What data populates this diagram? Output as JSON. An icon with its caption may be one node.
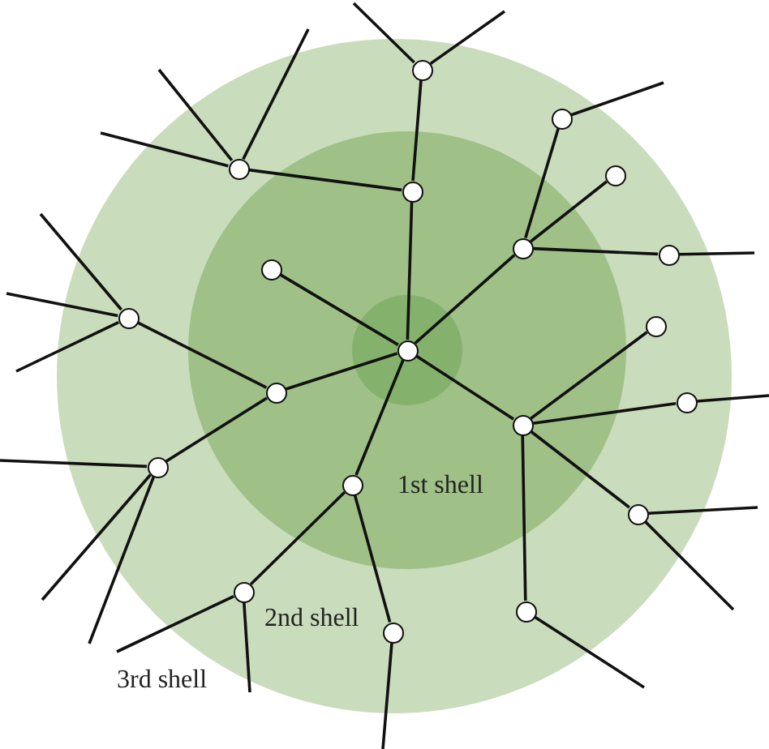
{
  "diagram": {
    "nodes": [
      {
        "text": [],
        "shape": "circle"
      },
      {
        "text": [],
        "shape": "circle"
      },
      {
        "text": [],
        "shape": "circle"
      },
      {
        "text": [],
        "shape": "circle"
      },
      {
        "text": [],
        "shape": "circle"
      },
      {
        "text": [],
        "shape": "circle"
      },
      {
        "text": [],
        "shape": "circle"
      },
      {
        "text": [],
        "shape": "circle"
      },
      {
        "text": [],
        "shape": "circle"
      },
      {
        "text": [],
        "shape": "circle"
      },
      {
        "text": [],
        "shape": "circle"
      },
      {
        "text": [],
        "shape": "circle"
      },
      {
        "text": [],
        "shape": "circle"
      },
      {
        "text": [],
        "shape": "circle"
      },
      {
        "text": [],
        "shape": "circle"
      },
      {
        "text": [],
        "shape": "circle"
      },
      {
        "text": [],
        "shape": "circle"
      },
      {
        "text": [],
        "shape": "circle"
      },
      {
        "text": [],
        "shape": "circle"
      },
      {
        "text": [],
        "shape": "circle"
      }
    ],
    "edges": [
      {
        "from": 0,
        "to": 1,
        "arrow": "none"
      },
      {
        "from": 1,
        "to": 2,
        "arrow": "none"
      },
      {
        "from": 1,
        "to": 3,
        "arrow": "none"
      },
      {
        "from": 0,
        "to": 4,
        "arrow": "none"
      },
      {
        "from": 0,
        "to": 5,
        "arrow": "none"
      },
      {
        "from": 5,
        "to": 6,
        "arrow": "none"
      },
      {
        "from": 5,
        "to": 7,
        "arrow": "none"
      },
      {
        "from": 5,
        "to": 8,
        "arrow": "none"
      },
      {
        "from": 0,
        "to": 10,
        "arrow": "none"
      },
      {
        "from": 10,
        "to": 9,
        "arrow": "none"
      },
      {
        "from": 10,
        "to": 15,
        "arrow": "none"
      },
      {
        "from": 0,
        "to": 11,
        "arrow": "none"
      },
      {
        "from": 11,
        "to": 12,
        "arrow": "none"
      },
      {
        "from": 11,
        "to": 13,
        "arrow": "none"
      },
      {
        "from": 11,
        "to": 14,
        "arrow": "none"
      },
      {
        "from": 11,
        "to": 19,
        "arrow": "none"
      },
      {
        "from": 0,
        "to": 16,
        "arrow": "none"
      },
      {
        "from": 16,
        "to": 17,
        "arrow": "none"
      },
      {
        "from": 16,
        "to": 18,
        "arrow": "none"
      },
      {
        "from": 2,
        "to": null,
        "arrow": "none"
      },
      {
        "from": 2,
        "to": null,
        "arrow": "none"
      },
      {
        "from": 3,
        "to": null,
        "arrow": "none"
      },
      {
        "from": 3,
        "to": null,
        "arrow": "none"
      },
      {
        "from": 3,
        "to": null,
        "arrow": "none"
      },
      {
        "from": 6,
        "to": null,
        "arrow": "none"
      },
      {
        "from": 8,
        "to": null,
        "arrow": "none"
      },
      {
        "from": 9,
        "to": null,
        "arrow": "none"
      },
      {
        "from": 9,
        "to": null,
        "arrow": "none"
      },
      {
        "from": 9,
        "to": null,
        "arrow": "none"
      },
      {
        "from": 13,
        "to": null,
        "arrow": "none"
      },
      {
        "from": 14,
        "to": null,
        "arrow": "none"
      },
      {
        "from": 14,
        "to": null,
        "arrow": "none"
      },
      {
        "from": 15,
        "to": null,
        "arrow": "none"
      },
      {
        "from": 15,
        "to": null,
        "arrow": "none"
      },
      {
        "from": 15,
        "to": null,
        "arrow": "none"
      },
      {
        "from": 17,
        "to": null,
        "arrow": "none"
      },
      {
        "from": 17,
        "to": null,
        "arrow": "none"
      },
      {
        "from": 18,
        "to": null,
        "arrow": "none"
      },
      {
        "from": 19,
        "to": null,
        "arrow": "none"
      }
    ],
    "labels": [
      "1st shell",
      "2nd shell",
      "3rd shell"
    ]
  }
}
